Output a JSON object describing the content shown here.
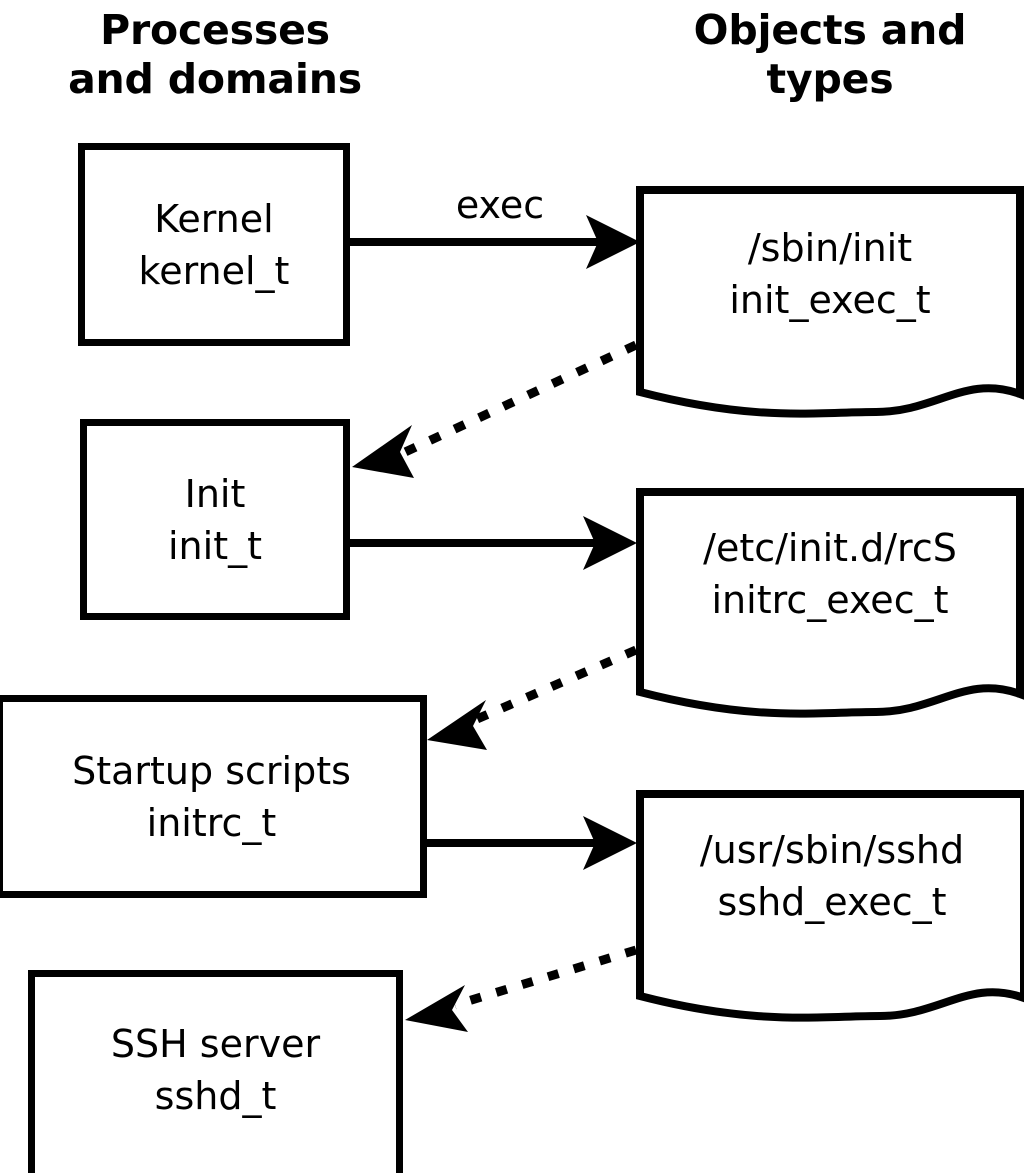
{
  "headers": {
    "left": "Processes\nand domains",
    "right": "Objects and\ntypes"
  },
  "processes": [
    {
      "name": "kernel",
      "label": "Kernel\nkernel_t"
    },
    {
      "name": "init",
      "label": "Init\ninit_t"
    },
    {
      "name": "initrc",
      "label": "Startup scripts\ninitrc_t"
    },
    {
      "name": "sshd",
      "label": "SSH server\nsshd_t"
    }
  ],
  "objects": [
    {
      "name": "init-exec",
      "label": "/sbin/init\ninit_exec_t"
    },
    {
      "name": "initrc-exec",
      "label": "/etc/init.d/rcS\ninitrc_exec_t"
    },
    {
      "name": "sshd-exec",
      "label": "/usr/sbin/sshd\nsshd_exec_t"
    }
  ],
  "edges": {
    "exec_label": "exec",
    "solid": [
      {
        "from": "kernel",
        "to": "init-exec",
        "label": "exec"
      },
      {
        "from": "init",
        "to": "initrc-exec",
        "label": ""
      },
      {
        "from": "initrc",
        "to": "sshd-exec",
        "label": ""
      }
    ],
    "dotted": [
      {
        "from": "init-exec",
        "to": "init"
      },
      {
        "from": "initrc-exec",
        "to": "initrc"
      },
      {
        "from": "sshd-exec",
        "to": "sshd"
      }
    ]
  },
  "colors": {
    "stroke": "#000000",
    "background": "#ffffff",
    "text": "#000000"
  }
}
